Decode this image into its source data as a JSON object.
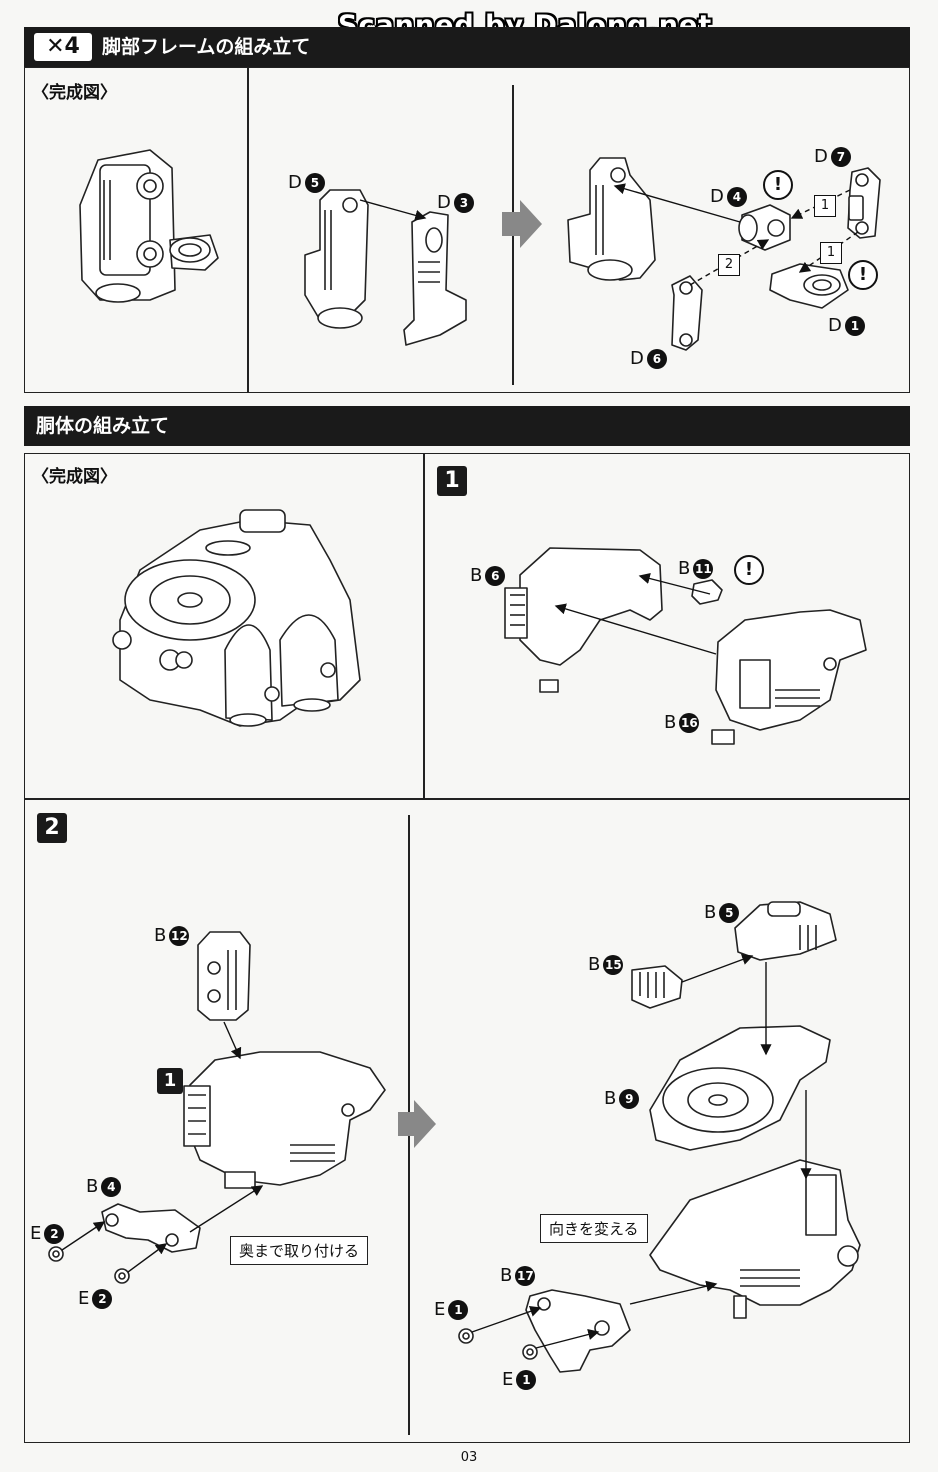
{
  "watermark": "Scanned by Dalong.net",
  "section1": {
    "multiplier": "✕4",
    "title": "脚部フレームの組み立て",
    "completed_label": "〈完成図〉",
    "labels": {
      "d5": "D",
      "d5n": "5",
      "d3": "D",
      "d3n": "3",
      "d7": "D",
      "d7n": "7",
      "d4": "D",
      "d4n": "4",
      "d1": "D",
      "d1n": "1",
      "d6": "D",
      "d6n": "6"
    },
    "order_marks": [
      "1",
      "1",
      "2"
    ],
    "caution_mark": "!"
  },
  "section2": {
    "title": "胴体の組み立て",
    "completed_label": "〈完成図〉",
    "step1": {
      "number": "1",
      "labels": {
        "b6": "B",
        "b6n": "6",
        "b11": "B",
        "b11n": "11",
        "b16": "B",
        "b16n": "16"
      }
    },
    "step2": {
      "number": "2",
      "ref_step": "1",
      "labels": {
        "b12": "B",
        "b12n": "12",
        "b4": "B",
        "b4n": "4",
        "e2a": "E",
        "e2an": "2",
        "e2b": "E",
        "e2bn": "2",
        "b5": "B",
        "b5n": "5",
        "b15": "B",
        "b15n": "15",
        "b9": "B",
        "b9n": "9",
        "b17": "B",
        "b17n": "17",
        "e1a": "E",
        "e1an": "1",
        "e1b": "E",
        "e1bn": "1"
      },
      "callout_insert": "奥まで取り付ける",
      "callout_turn": "向きを変える"
    }
  },
  "page_number": "03"
}
